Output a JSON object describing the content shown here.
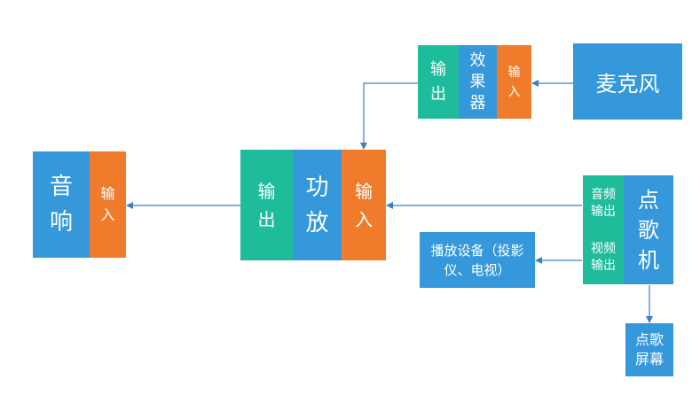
{
  "colors": {
    "blue": "#3498db",
    "orange": "#f07c2b",
    "green": "#1fbc9c",
    "line": "#3a7fc1"
  },
  "speaker": {
    "name": "音\n响",
    "input": "输\n入"
  },
  "amplifier": {
    "output": "输\n出",
    "name": "功\n放",
    "input": "输\n入"
  },
  "effects": {
    "output": "输\n出",
    "name": "效\n果\n器",
    "input": "输\n入"
  },
  "microphone": {
    "name": "麦克风"
  },
  "karaoke": {
    "audio_out": "音频\n输出",
    "video_out": "视频\n输出",
    "name": "点\n歌\n机"
  },
  "playback": {
    "name": "播放设备（投影\n仪、电视）"
  },
  "screen": {
    "name": "点歌\n屏幕"
  }
}
